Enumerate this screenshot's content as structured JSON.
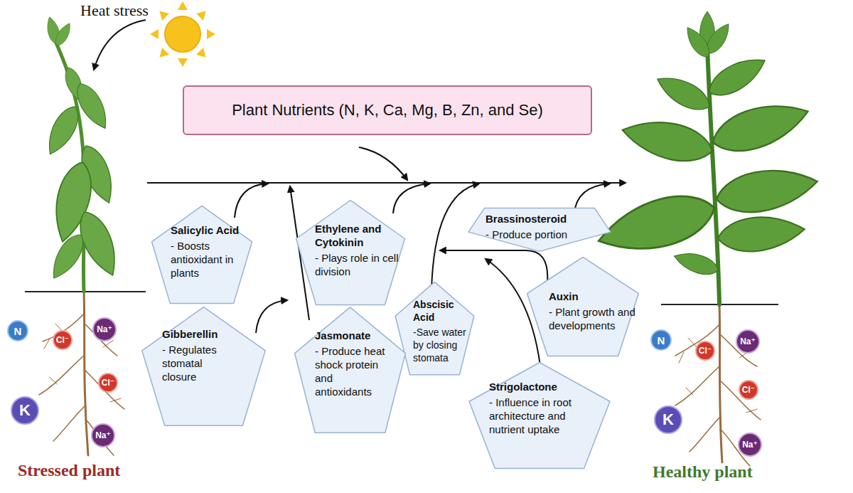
{
  "diagram": {
    "nodes": [
      {
        "text": [
          "Plant Nutrients (N, K, Ca, Mg, B, Zn, and Se)"
        ]
      },
      {
        "text": [
          "Salicylic Acid",
          "- Boosts antioxidant in plants"
        ]
      },
      {
        "text": [
          "Ethylene and Cytokinin",
          "- Plays role in cell division"
        ]
      },
      {
        "text": [
          "Brassinosteroid",
          "- Produce portion"
        ]
      },
      {
        "text": [
          "Auxin",
          "- Plant growth and developments"
        ]
      },
      {
        "text": [
          "Abscisic Acid",
          "-Save water by closing stomata"
        ]
      },
      {
        "text": [
          "Gibberellin",
          "- Regulates stomatal closure"
        ]
      },
      {
        "text": [
          "Jasmonate",
          "- Produce heat shock protein and antioxidants"
        ]
      },
      {
        "text": [
          "Strigolactone",
          "- Influence in root architecture and nutrient uptake"
        ]
      },
      {
        "text": [
          "N"
        ]
      },
      {
        "text": [
          "Cl⁻"
        ]
      },
      {
        "text": [
          "Na⁺"
        ]
      },
      {
        "text": [
          "Cl⁻"
        ]
      },
      {
        "text": [
          "K"
        ]
      },
      {
        "text": [
          "Na⁺"
        ]
      },
      {
        "text": [
          "N"
        ]
      },
      {
        "text": [
          "Cl⁻"
        ]
      },
      {
        "text": [
          "Na⁺"
        ]
      },
      {
        "text": [
          "Cl⁻"
        ]
      },
      {
        "text": [
          "K"
        ]
      },
      {
        "text": [
          "Na⁺"
        ]
      }
    ],
    "labels": [
      "Heat stress",
      "Stressed plant",
      "Healthy plant"
    ]
  }
}
